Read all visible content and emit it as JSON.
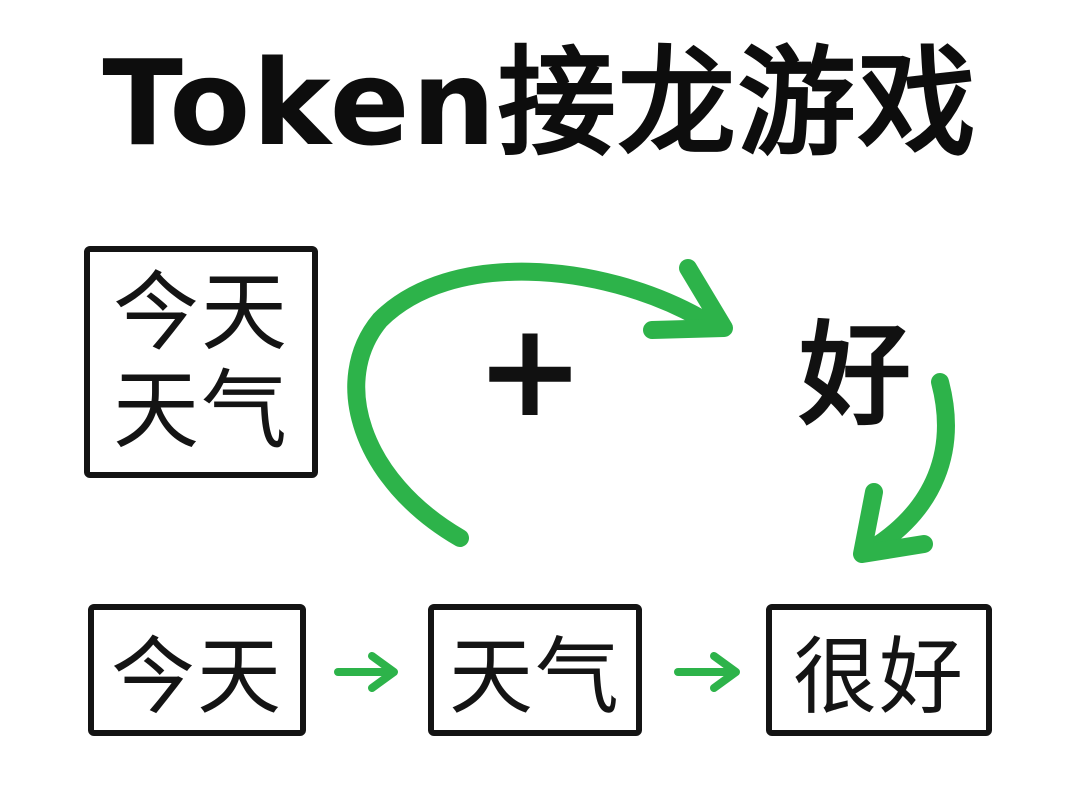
{
  "title": "Token接龙游戏",
  "colors": {
    "ink": "#141414",
    "arrow": "#2db34a",
    "background": "#ffffff"
  },
  "context_box": {
    "line1": "今天",
    "line2": "天气"
  },
  "operator": "+",
  "next_token": "好",
  "sequence": [
    {
      "text": "今天"
    },
    {
      "text": "天气"
    },
    {
      "text": "很好"
    }
  ],
  "icons": {
    "curved_arrow": "curved-arrow-icon",
    "down_arrow": "curved-down-arrow-icon",
    "small_arrow": "right-arrow-icon"
  }
}
